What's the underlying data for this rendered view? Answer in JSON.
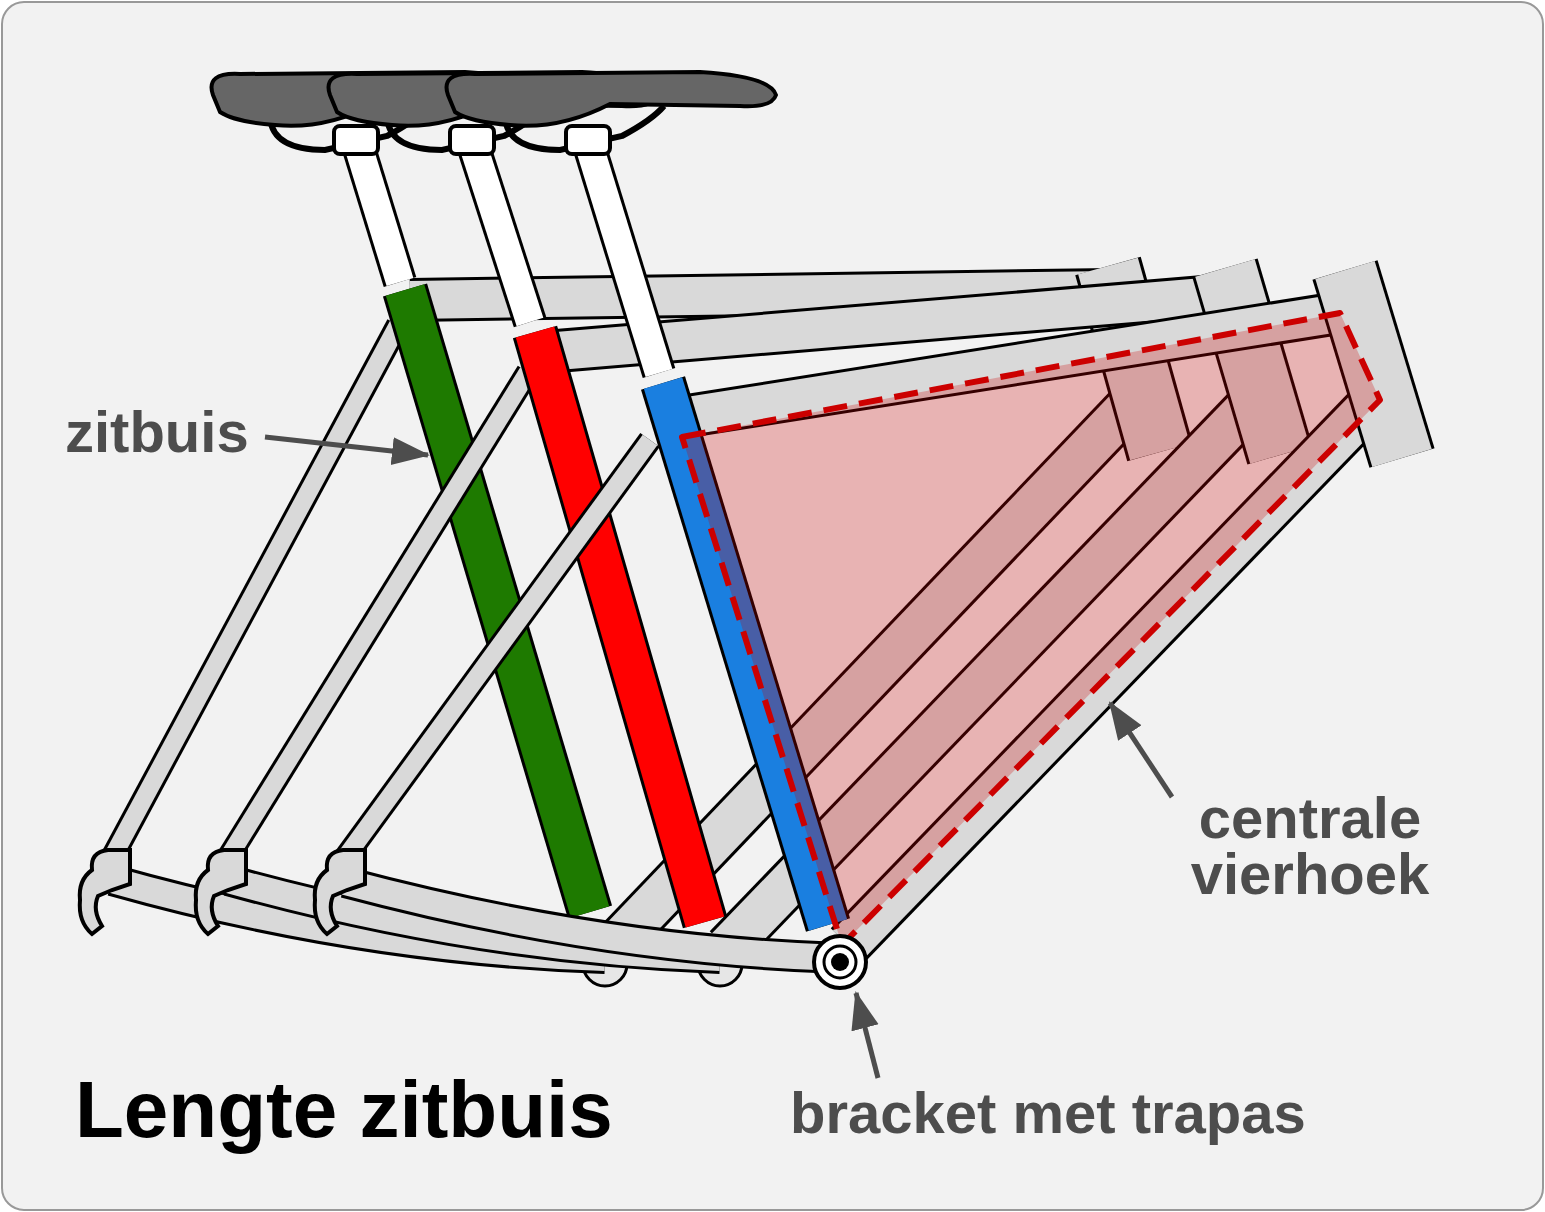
{
  "diagram": {
    "title": "Lengte zitbuis",
    "labels": [
      "zitbuis",
      "centrale vierhoek",
      "bracket met trapas"
    ]
  }
}
